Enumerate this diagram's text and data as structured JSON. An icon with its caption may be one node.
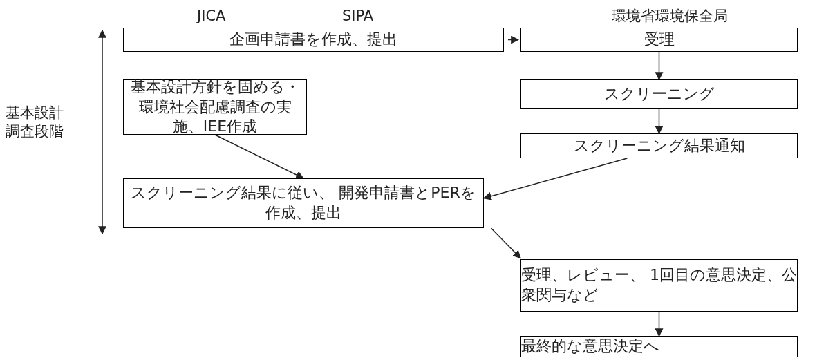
{
  "diagram": {
    "nodes": [
      {
        "text": [
          "企画申請書を作成、提出"
        ]
      },
      {
        "text": [
          "受理"
        ]
      },
      {
        "text": [
          "基本設計方針を固める・環境社会配慮調査の実施、IEE作成"
        ]
      },
      {
        "text": [
          "スクリーニング"
        ]
      },
      {
        "text": [
          "スクリーニング結果通知"
        ]
      },
      {
        "text": [
          "スクリーニング結果に従い、 開発申請書とPERを作成、提出"
        ]
      },
      {
        "text": [
          "受理、レビュー、 1回目の意思決定、公衆関与など"
        ]
      },
      {
        "text": [
          "最終的な意思決定へ"
        ]
      }
    ],
    "edges": [
      {
        "from": 0,
        "to": 1,
        "arrow": "to"
      },
      {
        "from": 1,
        "to": 3,
        "arrow": "to"
      },
      {
        "from": 3,
        "to": 4,
        "arrow": "to"
      },
      {
        "from": 2,
        "to": 5,
        "arrow": "to"
      },
      {
        "from": 4,
        "to": 5,
        "arrow": "to"
      },
      {
        "from": 5,
        "to": 6,
        "arrow": "to"
      },
      {
        "from": 6,
        "to": 7,
        "arrow": "to"
      }
    ],
    "labels": [
      "JICA",
      "SIPA",
      "環境省環境保全局",
      "基本設計調査段階"
    ]
  }
}
